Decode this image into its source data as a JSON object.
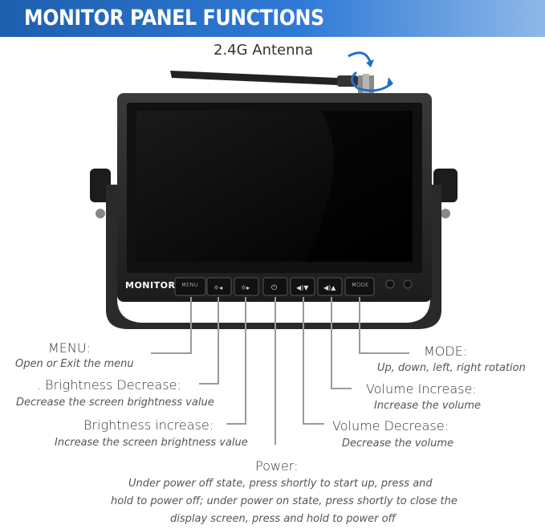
{
  "header": {
    "title": "MONITOR PANEL FUNCTIONS"
  },
  "antenna": {
    "label": "2.4G Antenna"
  },
  "monitor": {
    "brand": "MONITOR",
    "buttons": {
      "menu": "MENU",
      "mode": "MODE"
    }
  },
  "functions": {
    "menu": {
      "title": "MENU:",
      "desc": "Open or Exit the menu"
    },
    "brightness_decrease": {
      "title": ". Brightness Decrease:",
      "desc": "Decrease the screen brightness value"
    },
    "brightness_increase": {
      "title": "Brightness increase:",
      "desc": "Increase the screen brightness value"
    },
    "power": {
      "title": "Power:",
      "desc_lines": [
        "Under power off state, press shortly to start up, press and",
        "hold to power off; under power on state, press shortly to close the",
        "display screen, press and hold to power off"
      ]
    },
    "mode": {
      "title": "MODE:",
      "desc": "Up, down, left, right rotation"
    },
    "volume_increase": {
      "title": "Volume Increase:",
      "desc": "Increase the volume"
    },
    "volume_decrease": {
      "title": "Volume Decrease:",
      "desc": "Decrease the volume"
    }
  }
}
